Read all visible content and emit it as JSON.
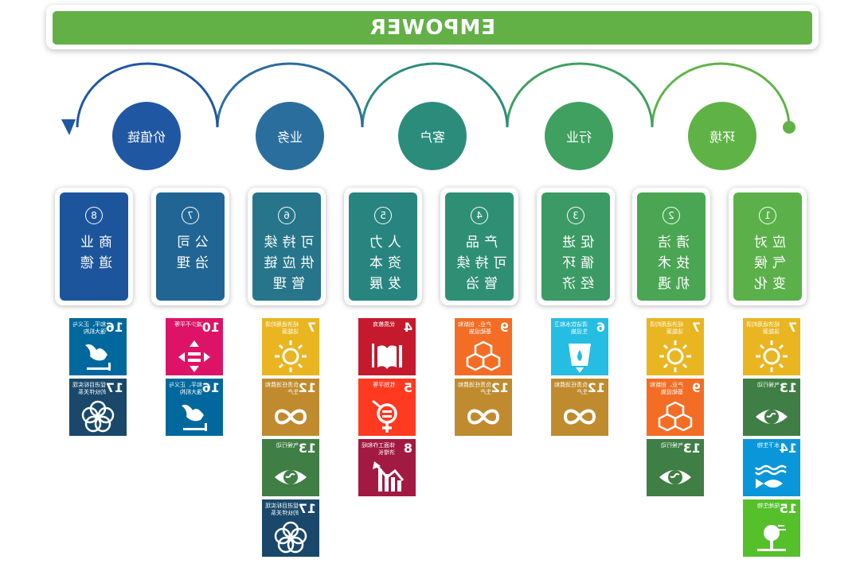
{
  "banner": {
    "title": "EMPOWER"
  },
  "stages": [
    {
      "label": "环境",
      "color": "#5fb346"
    },
    {
      "label": "行业",
      "color": "#3fa060"
    },
    {
      "label": "客户",
      "color": "#2b8c7c"
    },
    {
      "label": "业务",
      "color": "#2a6e9e"
    },
    {
      "label": "价值链",
      "color": "#1f57a3"
    }
  ],
  "pillars": [
    {
      "num": "1",
      "lines": [
        "应对",
        "气候",
        "变化"
      ],
      "color": "#5bb04a"
    },
    {
      "num": "2",
      "lines": [
        "清洁",
        "技术",
        "机遇"
      ],
      "color": "#4aa653"
    },
    {
      "num": "3",
      "lines": [
        "促进",
        "循环",
        "经济"
      ],
      "color": "#3c9a64"
    },
    {
      "num": "4",
      "lines": [
        "产品",
        "可持续",
        "管治"
      ],
      "color": "#2f8f74"
    },
    {
      "num": "5",
      "lines": [
        "人力",
        "资本",
        "发展"
      ],
      "color": "#28847f"
    },
    {
      "num": "6",
      "lines": [
        "可持续",
        "供应链",
        "管理"
      ],
      "color": "#26758a"
    },
    {
      "num": "7",
      "lines": [
        "公司",
        "治理"
      ],
      "color": "#216594"
    },
    {
      "num": "8",
      "lines": [
        "商业",
        "道德"
      ],
      "color": "#1d559d"
    }
  ],
  "sdg_columns": [
    [
      {
        "num": "7",
        "label": "经济适用的清洁能源",
        "color": "#e9b521",
        "icon": "sun-icon"
      },
      {
        "num": "13",
        "label": "气候行动",
        "color": "#3f7e44",
        "icon": "eye-globe-icon"
      },
      {
        "num": "14",
        "label": "水下生物",
        "color": "#0a97d9",
        "icon": "fish-icon"
      },
      {
        "num": "15",
        "label": "陆地生物",
        "color": "#56c02b",
        "icon": "tree-icon"
      }
    ],
    [
      {
        "num": "7",
        "label": "经济适用的清洁能源",
        "color": "#e9b521",
        "icon": "sun-icon"
      },
      {
        "num": "9",
        "label": "产业、创新和基础设施",
        "color": "#f36d25",
        "icon": "cubes-icon"
      },
      {
        "num": "13",
        "label": "气候行动",
        "color": "#3f7e44",
        "icon": "eye-globe-icon"
      }
    ],
    [
      {
        "num": "6",
        "label": "清洁饮水和卫生设施",
        "color": "#26bde2",
        "icon": "water-icon"
      },
      {
        "num": "12",
        "label": "负责任消费和生产",
        "color": "#bf8b2e",
        "icon": "infinity-icon"
      }
    ],
    [
      {
        "num": "9",
        "label": "产业、创新和基础设施",
        "color": "#f36d25",
        "icon": "cubes-icon"
      },
      {
        "num": "12",
        "label": "负责任消费和生产",
        "color": "#bf8b2e",
        "icon": "infinity-icon"
      }
    ],
    [
      {
        "num": "4",
        "label": "优质教育",
        "color": "#c5192d",
        "icon": "book-icon"
      },
      {
        "num": "5",
        "label": "性别平等",
        "color": "#ff3a21",
        "icon": "gender-icon"
      },
      {
        "num": "8",
        "label": "体面工作和经济增长",
        "color": "#a21942",
        "icon": "growth-icon"
      }
    ],
    [
      {
        "num": "7",
        "label": "经济适用的清洁能源",
        "color": "#e9b521",
        "icon": "sun-icon"
      },
      {
        "num": "12",
        "label": "负责任消费和生产",
        "color": "#bf8b2e",
        "icon": "infinity-icon"
      },
      {
        "num": "13",
        "label": "气候行动",
        "color": "#3f7e44",
        "icon": "eye-globe-icon"
      },
      {
        "num": "17",
        "label": "促进目标实现的伙伴关系",
        "color": "#19486a",
        "icon": "rings-icon"
      }
    ],
    [
      {
        "num": "10",
        "label": "减少不平等",
        "color": "#dd1367",
        "icon": "equality-icon"
      },
      {
        "num": "16",
        "label": "和平、正义与强大机构",
        "color": "#00689d",
        "icon": "dove-icon"
      }
    ],
    [
      {
        "num": "16",
        "label": "和平、正义与强大机构",
        "color": "#00689d",
        "icon": "dove-icon"
      },
      {
        "num": "17",
        "label": "促进目标实现的伙伴关系",
        "color": "#19486a",
        "icon": "rings-icon"
      }
    ]
  ]
}
